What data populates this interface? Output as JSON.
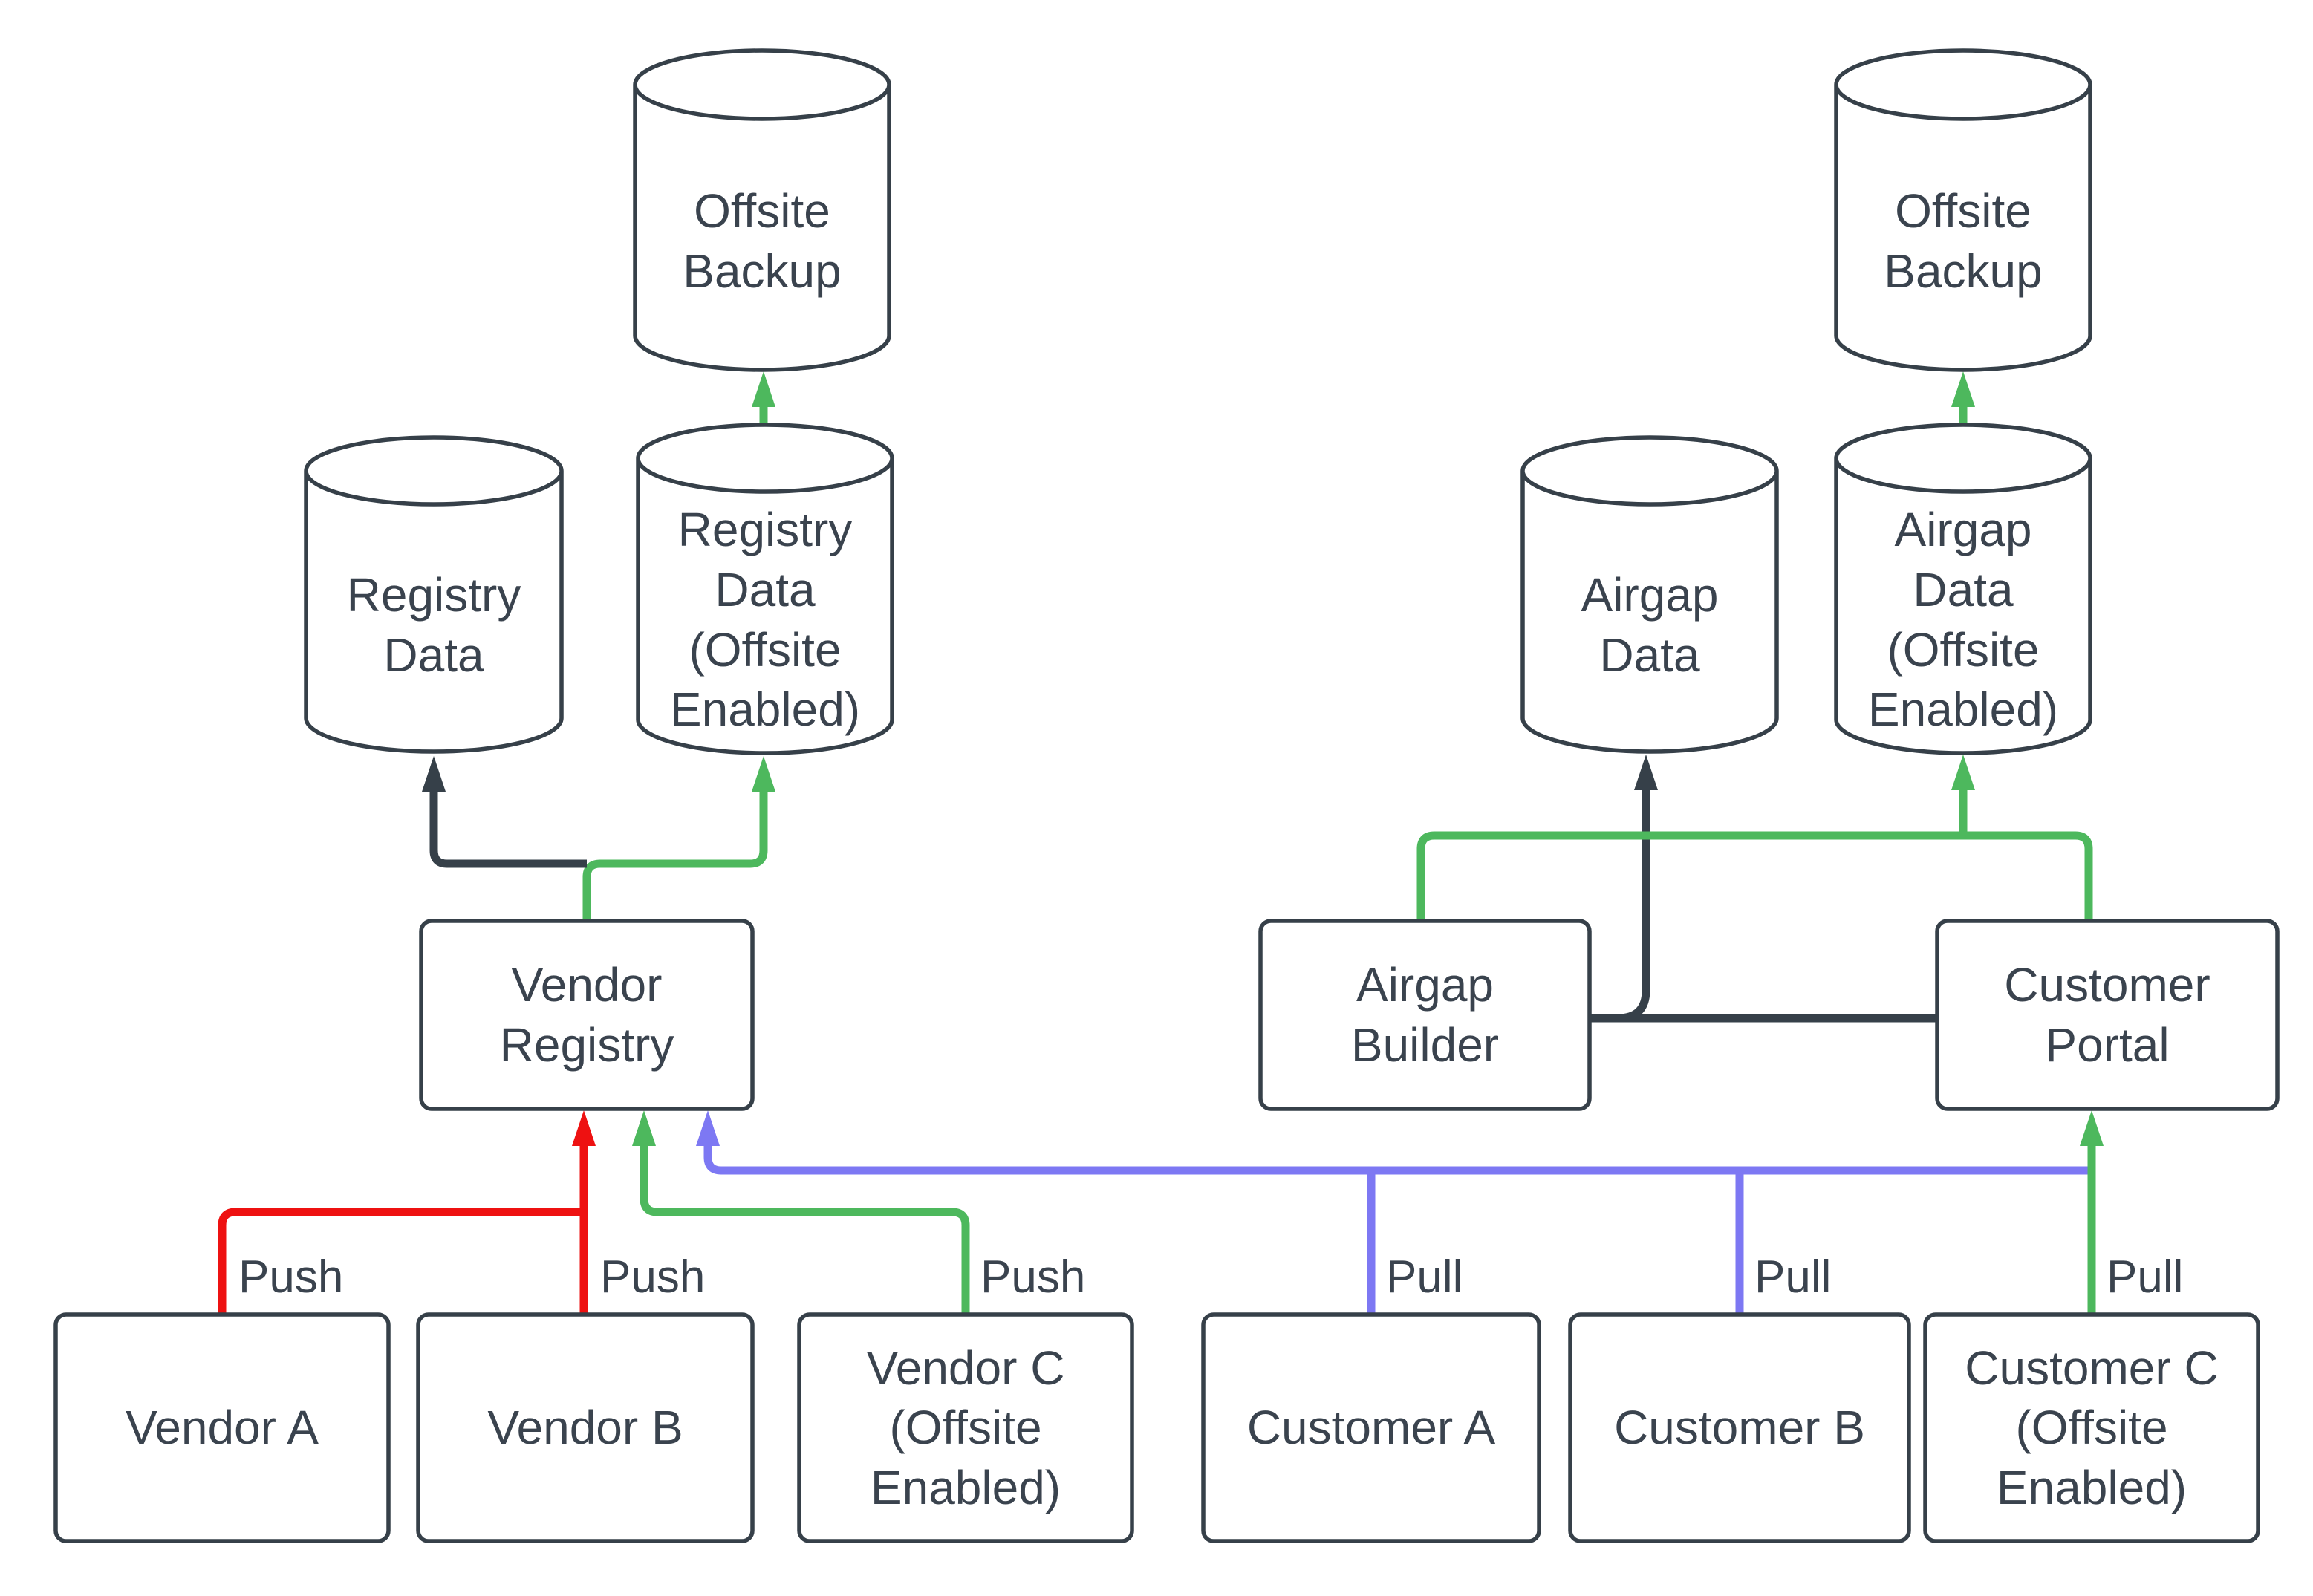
{
  "colors": {
    "stroke": "#364049",
    "text": "#3a434e",
    "red": "#ee1111",
    "green": "#4db85d",
    "blue": "#7d78f3",
    "bg": "#ffffff"
  },
  "nodes": {
    "offsite_backup_left": {
      "label": "Offsite\nBackup",
      "shape": "cylinder"
    },
    "registry_data": {
      "label": "Registry\nData",
      "shape": "cylinder"
    },
    "registry_data_offsite": {
      "label": "Registry\nData\n(Offsite\nEnabled)",
      "shape": "cylinder"
    },
    "vendor_registry": {
      "label": "Vendor\nRegistry",
      "shape": "rect"
    },
    "vendor_a": {
      "label": "Vendor A",
      "shape": "rect"
    },
    "vendor_b": {
      "label": "Vendor B",
      "shape": "rect"
    },
    "vendor_c": {
      "label": "Vendor C\n(Offsite\nEnabled)",
      "shape": "rect"
    },
    "offsite_backup_right": {
      "label": "Offsite\nBackup",
      "shape": "cylinder"
    },
    "airgap_data": {
      "label": "Airgap\nData",
      "shape": "cylinder"
    },
    "airgap_data_offsite": {
      "label": "Airgap\nData\n(Offsite\nEnabled)",
      "shape": "cylinder"
    },
    "airgap_builder": {
      "label": "Airgap\nBuilder",
      "shape": "rect"
    },
    "customer_portal": {
      "label": "Customer\nPortal",
      "shape": "rect"
    },
    "customer_a": {
      "label": "Customer A",
      "shape": "rect"
    },
    "customer_b": {
      "label": "Customer B",
      "shape": "rect"
    },
    "customer_c": {
      "label": "Customer C\n(Offsite\nEnabled)",
      "shape": "rect"
    }
  },
  "edge_labels": {
    "vendor_a_push": "Push",
    "vendor_b_push": "Push",
    "vendor_c_push": "Push",
    "customer_a_pull": "Pull",
    "customer_b_pull": "Pull",
    "customer_c_pull": "Pull"
  }
}
